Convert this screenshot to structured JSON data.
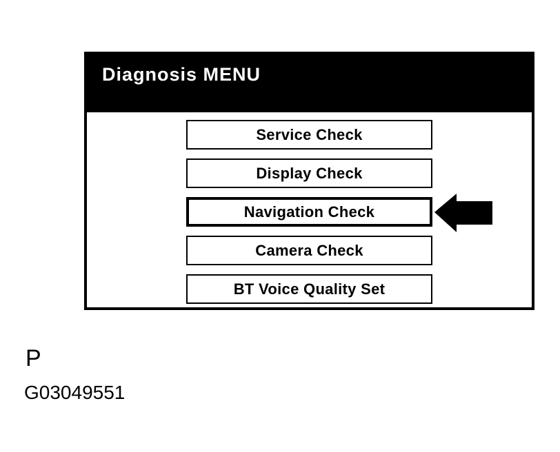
{
  "colors": {
    "ink": "#000000",
    "paper": "#ffffff"
  },
  "screen": {
    "title": "Diagnosis MENU",
    "buttons": [
      {
        "label": "Service Check",
        "selected": false
      },
      {
        "label": "Display Check",
        "selected": false
      },
      {
        "label": "Navigation Check",
        "selected": true
      },
      {
        "label": "Camera Check",
        "selected": false
      },
      {
        "label": "BT Voice Quality Set",
        "selected": false
      }
    ]
  },
  "annotation": {
    "pointer_icon": "arrow-left-icon"
  },
  "footer": {
    "page_label": "P",
    "figure_code": "G03049551"
  }
}
